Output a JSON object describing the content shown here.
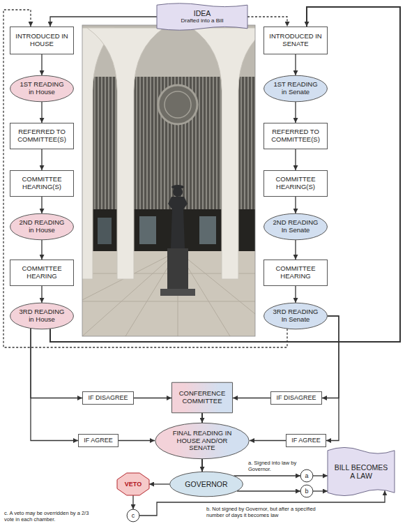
{
  "diagram": {
    "nodes": [
      {
        "text": [
          "IDEA",
          "Drafted into a Bill"
        ]
      },
      {
        "text": [
          "INTRODUCED IN HOUSE"
        ]
      },
      {
        "text": [
          "1ST READING in House"
        ]
      },
      {
        "text": [
          "REFERRED TO COMMITTEE(S)"
        ]
      },
      {
        "text": [
          "COMMITTEE HEARING(S)"
        ]
      },
      {
        "text": [
          "2ND READING in House"
        ]
      },
      {
        "text": [
          "COMMITTEE HEARING"
        ]
      },
      {
        "text": [
          "3RD READING in House"
        ]
      },
      {
        "text": [
          "INTRODUCED IN SENATE"
        ]
      },
      {
        "text": [
          "1ST READING in Senate"
        ]
      },
      {
        "text": [
          "REFERRED TO COMMITTEE(S)"
        ]
      },
      {
        "text": [
          "COMMITTEE HEARING(S)"
        ]
      },
      {
        "text": [
          "2ND READING In Senate"
        ]
      },
      {
        "text": [
          "COMMITTEE HEARING"
        ]
      },
      {
        "text": [
          "3RD READING In Senate"
        ]
      },
      {
        "text": [
          "IF DISAGREE"
        ]
      },
      {
        "text": [
          "CONFERENCE COMMITTEE"
        ]
      },
      {
        "text": [
          "IF DISAGREE"
        ]
      },
      {
        "text": [
          "IF AGREE"
        ]
      },
      {
        "text": [
          "FINAL READING IN HOUSE AND/OR SENATE"
        ]
      },
      {
        "text": [
          "IF AGREE"
        ]
      },
      {
        "text": [
          "VETO"
        ]
      },
      {
        "text": [
          "GOVERNOR"
        ]
      },
      {
        "text": [
          "BILL BECOMES A LAW"
        ]
      },
      {
        "text": [
          "a"
        ]
      },
      {
        "text": [
          "b"
        ]
      },
      {
        "text": [
          "c"
        ]
      }
    ],
    "edges": [
      {
        "from": 0,
        "to": 1,
        "arrow": "to"
      },
      {
        "from": 0,
        "to": 8,
        "arrow": "to"
      },
      {
        "from": 1,
        "to": 2,
        "arrow": "to"
      },
      {
        "from": 2,
        "to": 3,
        "arrow": "to"
      },
      {
        "from": 3,
        "to": 4,
        "arrow": "to"
      },
      {
        "from": 4,
        "to": 5,
        "arrow": "to"
      },
      {
        "from": 5,
        "to": 6,
        "arrow": "to"
      },
      {
        "from": 6,
        "to": 7,
        "arrow": "to"
      },
      {
        "from": 8,
        "to": 9,
        "arrow": "to"
      },
      {
        "from": 9,
        "to": 10,
        "arrow": "to"
      },
      {
        "from": 10,
        "to": 11,
        "arrow": "to"
      },
      {
        "from": 11,
        "to": 12,
        "arrow": "to"
      },
      {
        "from": 12,
        "to": 13,
        "arrow": "to"
      },
      {
        "from": 13,
        "to": 14,
        "arrow": "to"
      },
      {
        "from": 7,
        "to": 8,
        "arrow": "to"
      },
      {
        "from": 14,
        "to": 1,
        "arrow": "to"
      },
      {
        "from": 7,
        "to": 15,
        "arrow": "to"
      },
      {
        "from": 7,
        "to": 18,
        "arrow": "to"
      },
      {
        "from": 14,
        "to": 17,
        "arrow": "to"
      },
      {
        "from": 14,
        "to": 20,
        "arrow": "to"
      },
      {
        "from": 15,
        "to": 16,
        "arrow": "to"
      },
      {
        "from": 17,
        "to": 16,
        "arrow": "to"
      },
      {
        "from": 18,
        "to": 19,
        "arrow": "to"
      },
      {
        "from": 20,
        "to": 19,
        "arrow": "to"
      },
      {
        "from": 16,
        "to": 19,
        "arrow": "to"
      },
      {
        "from": 19,
        "to": 22,
        "arrow": "to"
      },
      {
        "from": 22,
        "to": 21,
        "arrow": "to"
      },
      {
        "from": 22,
        "to": 24,
        "arrow": "to"
      },
      {
        "from": 24,
        "to": 23,
        "arrow": "to"
      },
      {
        "from": 22,
        "to": 25,
        "arrow": "to"
      },
      {
        "from": 25,
        "to": 23,
        "arrow": "to"
      },
      {
        "from": 21,
        "to": 26,
        "arrow": "to"
      },
      {
        "from": 26,
        "to": 23,
        "arrow": "to"
      }
    ],
    "labels": [
      "a. Signed into law by Governor.",
      "b. Not signed by Governor, but after a specified number of days it becomes law",
      "c. A veto may be overridden by a 2/3 vote in each chamber."
    ]
  }
}
